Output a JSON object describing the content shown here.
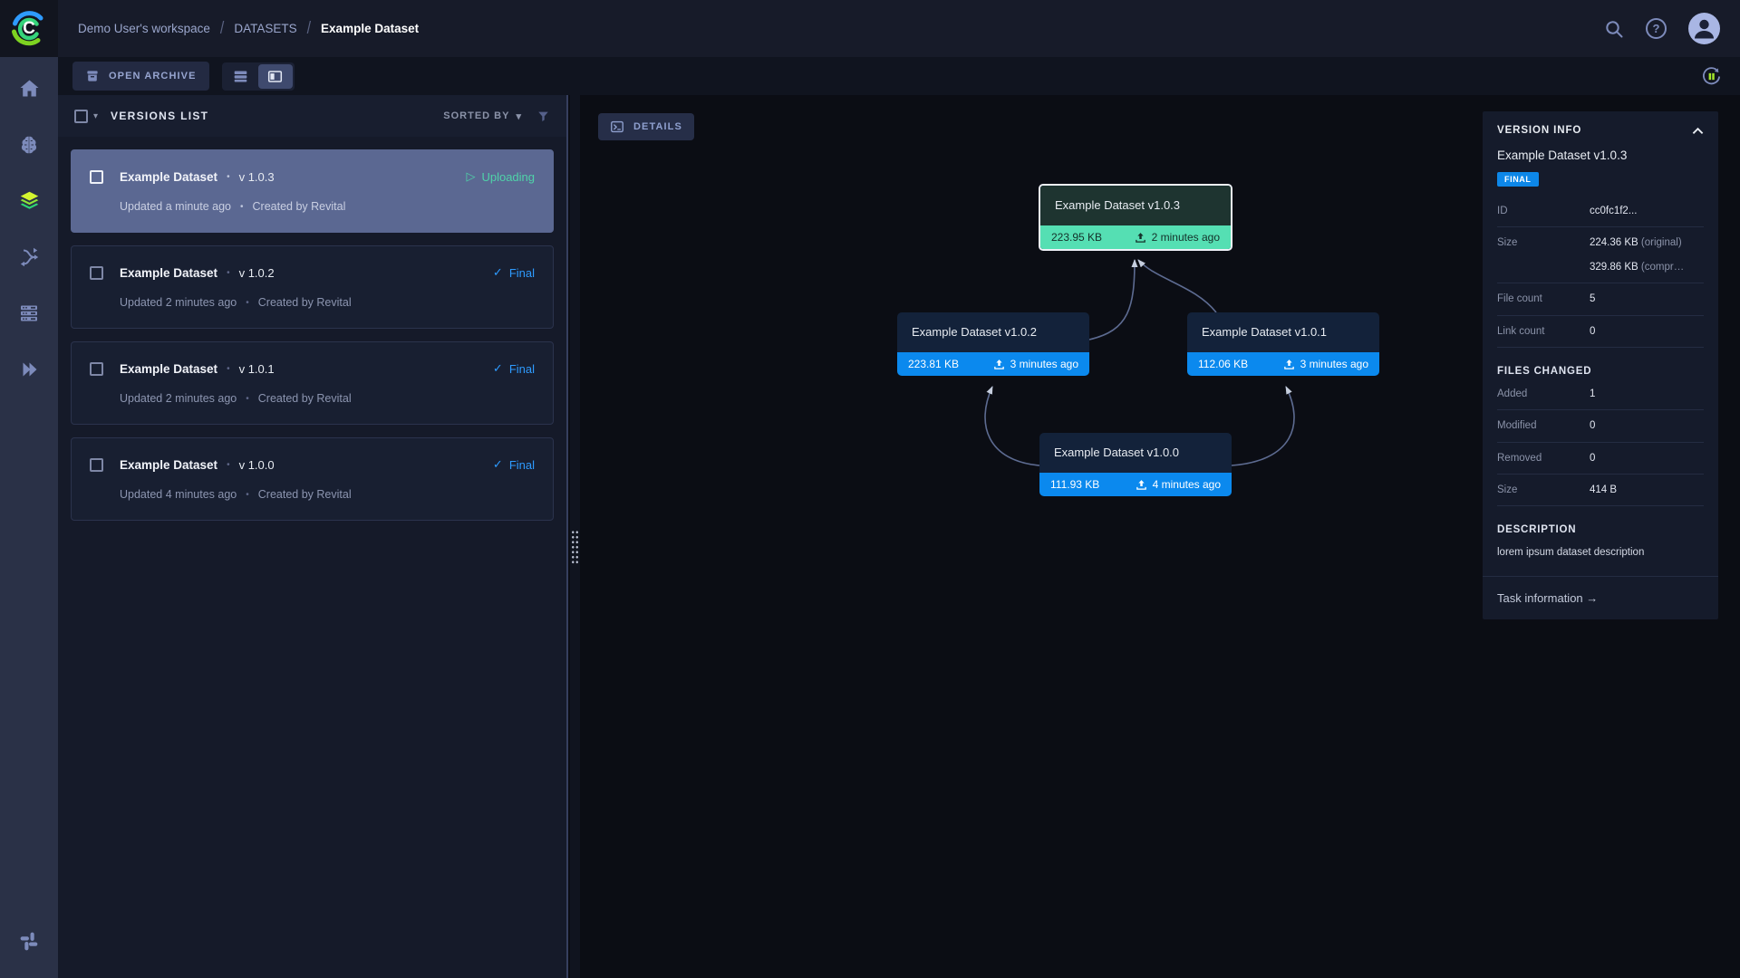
{
  "icons": {
    "caret_down": "▾",
    "dot": "•",
    "slash": "/"
  },
  "header": {
    "logo_letter": "C",
    "help_glyph": "?",
    "breadcrumb": [
      {
        "label": "Demo User's workspace"
      },
      {
        "label": "DATASETS"
      },
      {
        "label": "Example Dataset"
      }
    ]
  },
  "sidebar": {
    "items": [
      {
        "icon": "home"
      },
      {
        "icon": "projects-brain"
      },
      {
        "icon": "datasets-layers",
        "active": true
      },
      {
        "icon": "pipelines"
      },
      {
        "icon": "workers-queues"
      },
      {
        "icon": "reports"
      }
    ],
    "bottom_icon": "slack"
  },
  "toolbar": {
    "open_archive_label": "OPEN ARCHIVE"
  },
  "versions_panel": {
    "title": "VERSIONS LIST",
    "sorted_by_label": "SORTED BY",
    "items": [
      {
        "name": "Example Dataset",
        "version": "v 1.0.3",
        "status": "Uploading",
        "status_icon": "▷",
        "updated": "Updated a minute ago",
        "created": "Created by Revital",
        "selected": true
      },
      {
        "name": "Example Dataset",
        "version": "v 1.0.2",
        "status": "Final",
        "status_icon": "✓",
        "updated": "Updated 2 minutes ago",
        "created": "Created by Revital",
        "selected": false
      },
      {
        "name": "Example Dataset",
        "version": "v 1.0.1",
        "status": "Final",
        "status_icon": "✓",
        "updated": "Updated 2 minutes ago",
        "created": "Created by Revital",
        "selected": false
      },
      {
        "name": "Example Dataset",
        "version": "v 1.0.0",
        "status": "Final",
        "status_icon": "✓",
        "updated": "Updated 4 minutes ago",
        "created": "Created by Revital",
        "selected": false
      }
    ]
  },
  "graph": {
    "details_label": "DETAILS",
    "nodes": [
      {
        "title": "Example Dataset v1.0.3",
        "size": "223.95 KB",
        "time": "2 minutes ago",
        "selected": true
      },
      {
        "title": "Example Dataset v1.0.2",
        "size": "223.81 KB",
        "time": "3 minutes ago",
        "selected": false
      },
      {
        "title": "Example Dataset v1.0.1",
        "size": "112.06 KB",
        "time": "3 minutes ago",
        "selected": false
      },
      {
        "title": "Example Dataset v1.0.0",
        "size": "111.93 KB",
        "time": "4 minutes ago",
        "selected": false
      }
    ]
  },
  "version_info": {
    "title": "VERSION INFO",
    "name": "Example Dataset v1.0.3",
    "badge": "FINAL",
    "id_label": "ID",
    "id_value": "cc0fc1f2...",
    "size_label": "Size",
    "size_original_value": "224.36 KB",
    "size_original_suffix": "(original)",
    "size_compressed_value": "329.86 KB",
    "size_compressed_suffix": "(compr…",
    "file_count_label": "File count",
    "file_count_value": "5",
    "link_count_label": "Link count",
    "link_count_value": "0",
    "files_changed_title": "FILES CHANGED",
    "added_label": "Added",
    "added_value": "1",
    "modified_label": "Modified",
    "modified_value": "0",
    "removed_label": "Removed",
    "removed_value": "0",
    "size2_label": "Size",
    "size2_value": "414 B",
    "description_title": "DESCRIPTION",
    "description": "lorem ipsum dataset description",
    "task_link": "Task information",
    "task_link_arrow": "→"
  },
  "colors": {
    "accent_blue": "#0d87e8",
    "link_blue": "#2e9bff",
    "mint_selected_node": "#55dfb3",
    "uploading_text": "#4fd3a9",
    "lime_active_nav": "#aee637",
    "selected_card_bg": "#5b6892"
  }
}
